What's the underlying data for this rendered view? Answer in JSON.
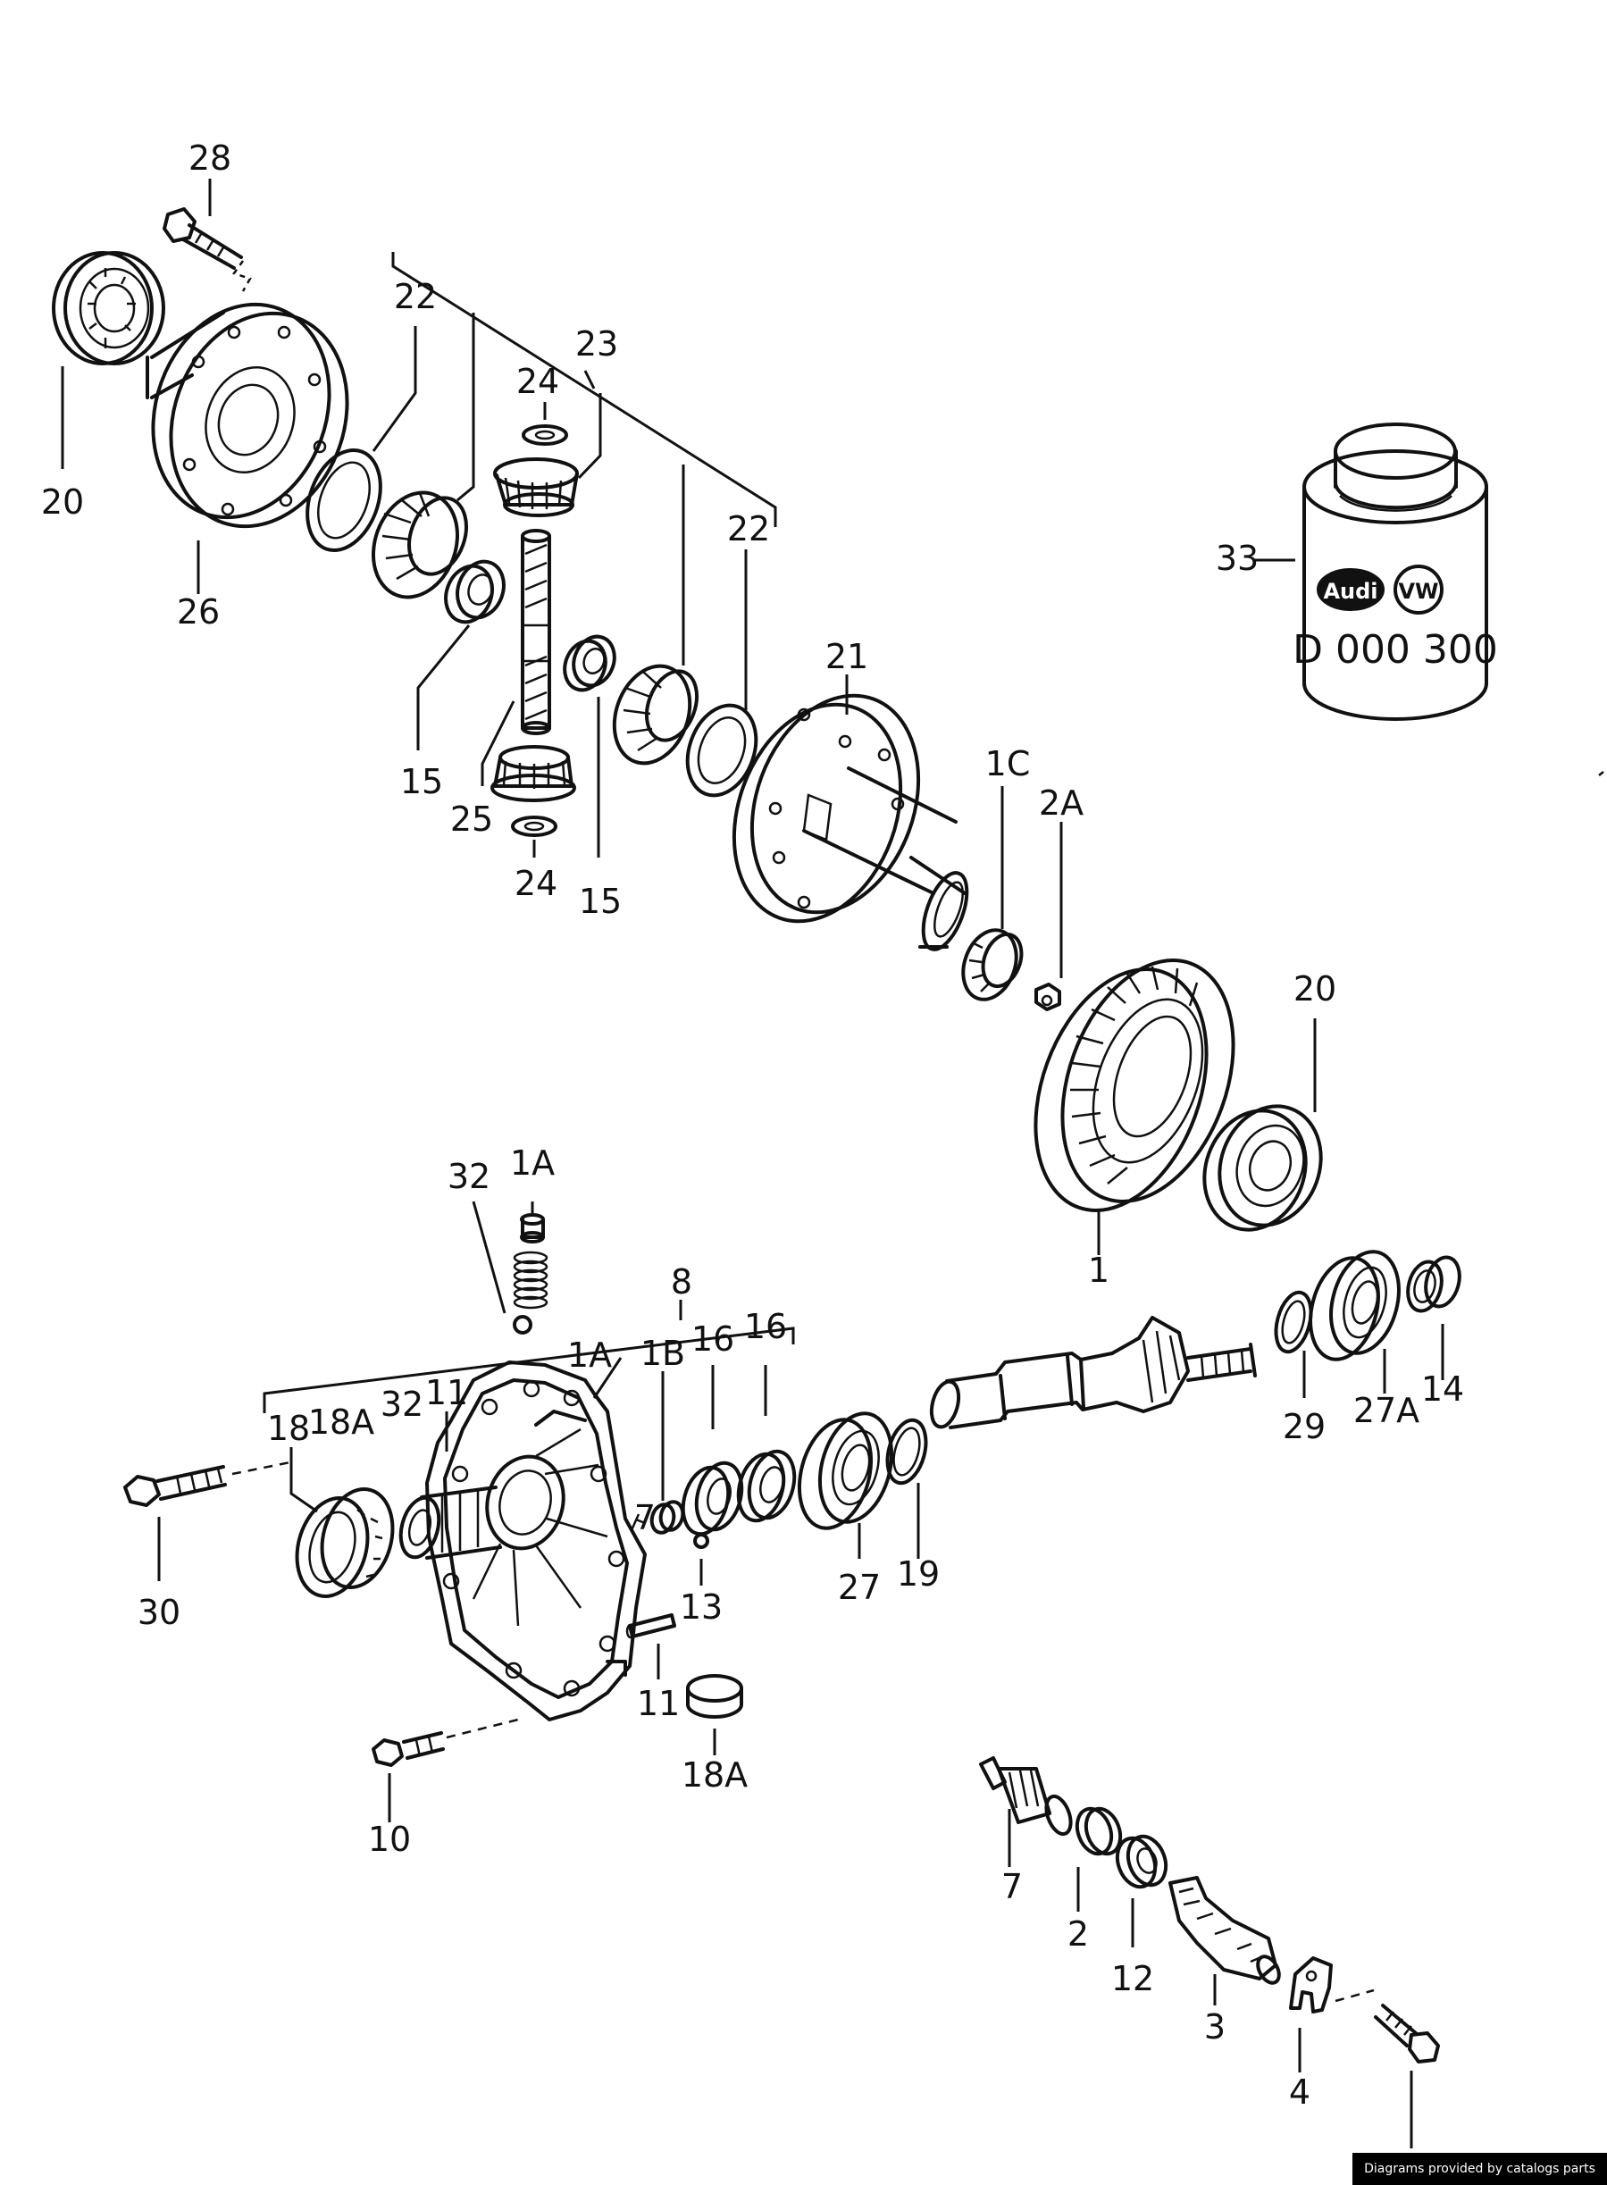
{
  "product_label": "D 000 300",
  "brand_logos": {
    "left": "Audi",
    "right": "VW"
  },
  "callouts": [
    {
      "id": "c28",
      "text": "28"
    },
    {
      "id": "c22a",
      "text": "22"
    },
    {
      "id": "c23",
      "text": "23"
    },
    {
      "id": "c24a",
      "text": "24"
    },
    {
      "id": "c20a",
      "text": "20"
    },
    {
      "id": "c26",
      "text": "26"
    },
    {
      "id": "c22b",
      "text": "22"
    },
    {
      "id": "c15a",
      "text": "15"
    },
    {
      "id": "c25",
      "text": "25"
    },
    {
      "id": "c24b",
      "text": "24"
    },
    {
      "id": "c15b",
      "text": "15"
    },
    {
      "id": "c21",
      "text": "21"
    },
    {
      "id": "c1C",
      "text": "1C"
    },
    {
      "id": "c2A",
      "text": "2A"
    },
    {
      "id": "c20b",
      "text": "20"
    },
    {
      "id": "c33",
      "text": "33"
    },
    {
      "id": "c32a",
      "text": "32"
    },
    {
      "id": "c1Aa",
      "text": "1A"
    },
    {
      "id": "c8",
      "text": "8"
    },
    {
      "id": "c1Ab",
      "text": "1A"
    },
    {
      "id": "c1B",
      "text": "1B"
    },
    {
      "id": "c16a",
      "text": "16"
    },
    {
      "id": "c16b",
      "text": "16"
    },
    {
      "id": "c18",
      "text": "18"
    },
    {
      "id": "c18Aa",
      "text": "18A"
    },
    {
      "id": "c32b",
      "text": "32"
    },
    {
      "id": "c11a",
      "text": "11"
    },
    {
      "id": "c1",
      "text": "1"
    },
    {
      "id": "c29",
      "text": "29"
    },
    {
      "id": "c27A",
      "text": "27A"
    },
    {
      "id": "c14",
      "text": "14"
    },
    {
      "id": "c30",
      "text": "30"
    },
    {
      "id": "c7a",
      "text": "7"
    },
    {
      "id": "c13",
      "text": "13"
    },
    {
      "id": "c27",
      "text": "27"
    },
    {
      "id": "c19",
      "text": "19"
    },
    {
      "id": "c11b",
      "text": "11"
    },
    {
      "id": "c18Ab",
      "text": "18A"
    },
    {
      "id": "c10",
      "text": "10"
    },
    {
      "id": "c7b",
      "text": "7"
    },
    {
      "id": "c2",
      "text": "2"
    },
    {
      "id": "c12",
      "text": "12"
    },
    {
      "id": "c3",
      "text": "3"
    },
    {
      "id": "c4",
      "text": "4"
    }
  ],
  "footer": "Diagrams provided by catalogs parts"
}
